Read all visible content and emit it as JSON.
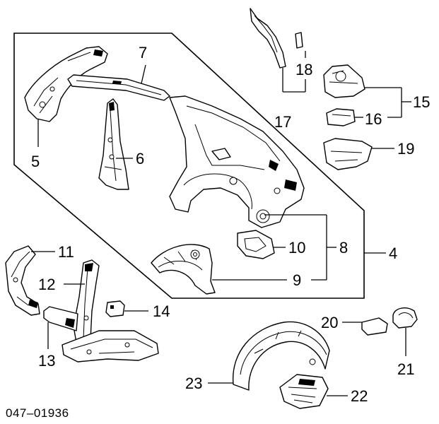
{
  "diagram": {
    "callouts": [
      {
        "id": "4",
        "text": "4"
      },
      {
        "id": "5",
        "text": "5"
      },
      {
        "id": "6",
        "text": "6"
      },
      {
        "id": "7",
        "text": "7"
      },
      {
        "id": "8",
        "text": "8"
      },
      {
        "id": "9",
        "text": "9"
      },
      {
        "id": "10",
        "text": "10"
      },
      {
        "id": "11",
        "text": "11"
      },
      {
        "id": "12",
        "text": "12"
      },
      {
        "id": "13",
        "text": "13"
      },
      {
        "id": "14",
        "text": "14"
      },
      {
        "id": "15",
        "text": "15"
      },
      {
        "id": "16",
        "text": "16"
      },
      {
        "id": "17",
        "text": "17"
      },
      {
        "id": "18",
        "text": "18"
      },
      {
        "id": "19",
        "text": "19"
      },
      {
        "id": "20",
        "text": "20"
      },
      {
        "id": "21",
        "text": "21"
      },
      {
        "id": "22",
        "text": "22"
      },
      {
        "id": "23",
        "text": "23"
      }
    ],
    "figure_code": "047–01936"
  }
}
